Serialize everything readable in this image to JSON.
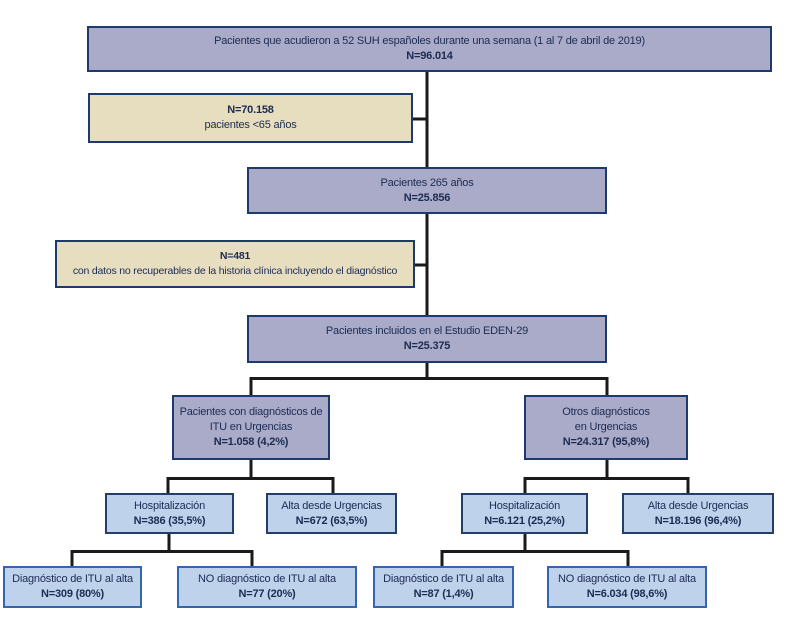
{
  "colors": {
    "purple_fill": "#a9abc9",
    "purple_border": "#1e3a6d",
    "beige_fill": "#e7ddbf",
    "beige_border": "#1e3a6d",
    "blue_fill": "#bfd2ec",
    "blue3_border": "#243e6b",
    "blue4_border": "#3565ae",
    "text": "#1c2b52",
    "line": "#1a1a1a"
  },
  "nodes": {
    "total": {
      "label": "Pacientes que acudieron a 52 SUH españoles durante una semana (1 al 7 de abril de 2019)",
      "count": "N=96.014"
    },
    "excl_under65": {
      "count": "N=70.158",
      "label": "pacientes <65 años"
    },
    "age": {
      "label": "Pacientes 265 años",
      "count": "N=25.856"
    },
    "excl_missing": {
      "count": "N=481",
      "label": "con datos no recuperables de la historia clínica incluyendo el diagnóstico"
    },
    "included": {
      "label": "Pacientes incluidos en el Estudio EDEN-29",
      "count": "N=25.375"
    },
    "itu": {
      "label1": "Pacientes con diagnósticos de",
      "label2": "ITU en Urgencias",
      "count": "N=1.058 (4,2%)"
    },
    "otros": {
      "label1": "Otros diagnósticos",
      "label2": "en Urgencias",
      "count": "N=24.317 (95,8%)"
    },
    "hosp_itu": {
      "label": "Hospitalización",
      "count": "N=386 (35,5%)"
    },
    "alta_itu": {
      "label": "Alta desde Urgencias",
      "count": "N=672 (63,5%)"
    },
    "hosp_otros": {
      "label": "Hospitalización",
      "count": "N=6.121 (25,2%)"
    },
    "alta_otros": {
      "label": "Alta desde Urgencias",
      "count": "N=18.196 (96,4%)"
    },
    "dx_itu": {
      "label": "Diagnóstico de ITU al alta",
      "count": "N=309 (80%)"
    },
    "nodx_itu": {
      "label": "NO diagnóstico de ITU al alta",
      "count": "N=77 (20%)"
    },
    "dx_otros": {
      "label": "Diagnóstico de ITU al alta",
      "count": "N=87 (1,4%)"
    },
    "nodx_otros": {
      "label": "NO diagnóstico de ITU al alta",
      "count": "N=6.034 (98,6%)"
    }
  }
}
